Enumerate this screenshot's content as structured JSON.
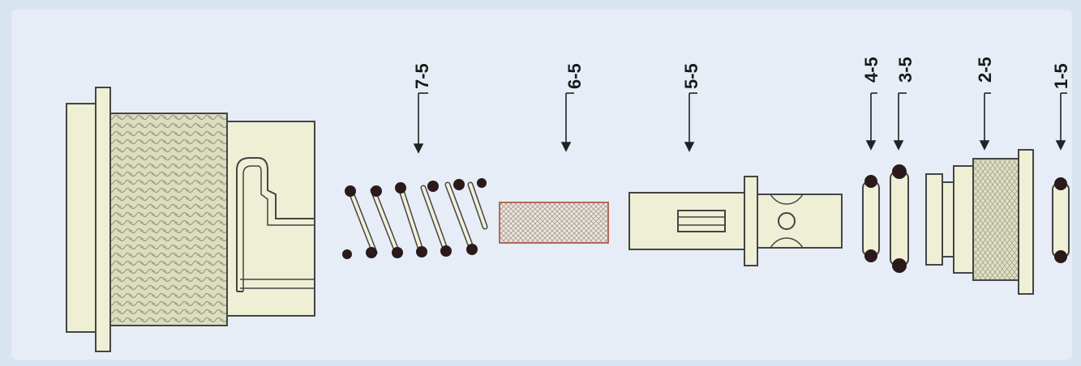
{
  "diagram": {
    "parts": [
      {
        "id": "7-5",
        "label": "7-5",
        "name": "spring"
      },
      {
        "id": "6-5",
        "label": "6-5",
        "name": "filter-screen"
      },
      {
        "id": "5-5",
        "label": "5-5",
        "name": "plunger"
      },
      {
        "id": "4-5",
        "label": "4-5",
        "name": "o-ring"
      },
      {
        "id": "3-5",
        "label": "3-5",
        "name": "o-ring"
      },
      {
        "id": "2-5",
        "label": "2-5",
        "name": "threaded-plug"
      },
      {
        "id": "1-5",
        "label": "1-5",
        "name": "o-ring"
      }
    ],
    "colors": {
      "background": "#d9e4f1",
      "panel": "#e6edf6",
      "part_fill": "#efefd6",
      "outline": "#444444",
      "thread_fill": "#dcdcbf",
      "ring_dot": "#2a1a1a",
      "screen_border": "#b06a5a",
      "leader": "#222222"
    }
  }
}
